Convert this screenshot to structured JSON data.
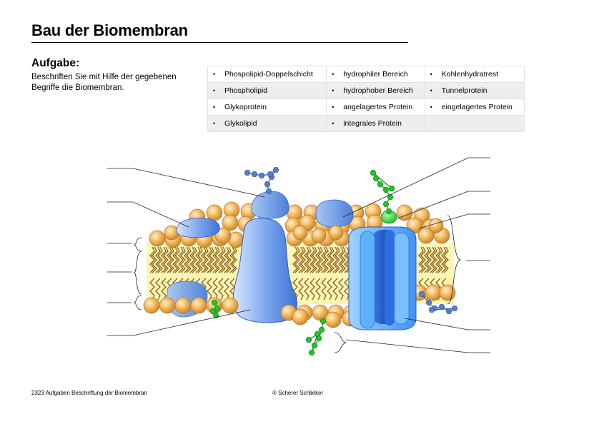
{
  "header": {
    "title": "Bau der Biomembran"
  },
  "task": {
    "heading": "Aufgabe:",
    "text": "Beschriften Sie mit Hilfe der gegebenen Begriffe die Biomembran."
  },
  "terms": {
    "bullet": "•",
    "rows": [
      [
        "Phospolipid-Doppelschicht",
        "hydrophiler Bereich",
        "Kohlenhydratrest"
      ],
      [
        "Phospholipid",
        "hydrophober Bereich",
        "Tunnelprotein"
      ],
      [
        "Glykoprotein",
        "angelagertes Protein",
        "eingelagertes Protein"
      ],
      [
        "Glykolipid",
        "integrales Protein",
        ""
      ]
    ]
  },
  "footer": {
    "left": "2323 Aufgaben Beschriftung der Biomembran",
    "center": "® Scherer Schlieker"
  },
  "colors": {
    "head_fill": "#f2b65a",
    "head_stroke": "#b9762a",
    "tail": "#8a5a1a",
    "core": "#fbf6b4",
    "protein": "#6f9ee8",
    "protein_dark": "#1f5fc8",
    "chain": "#5a7fbf",
    "green": "#22c42a"
  }
}
